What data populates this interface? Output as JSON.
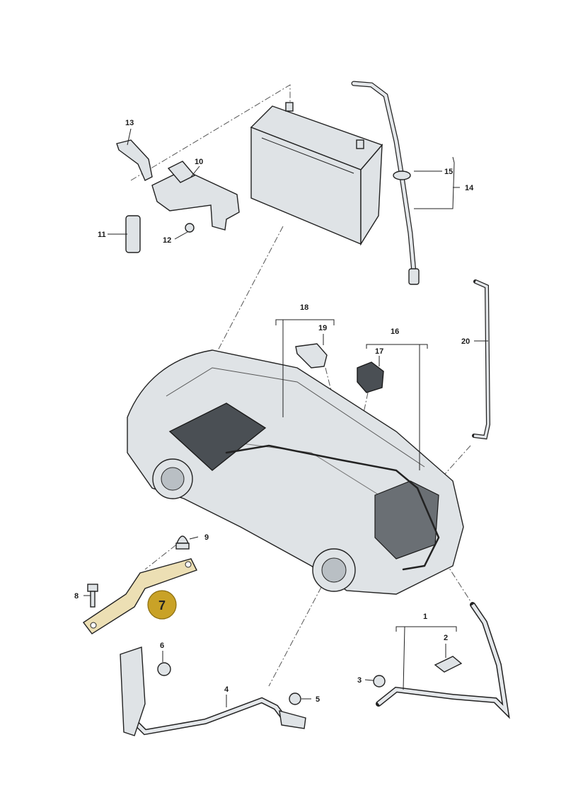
{
  "parts": [
    {
      "number": "1"
    },
    {
      "number": "2"
    },
    {
      "number": "3"
    },
    {
      "number": "4"
    },
    {
      "number": "5"
    },
    {
      "number": "6"
    },
    {
      "number": "7"
    },
    {
      "number": "8"
    },
    {
      "number": "9"
    },
    {
      "number": "10"
    },
    {
      "number": "11"
    },
    {
      "number": "12"
    },
    {
      "number": "13"
    },
    {
      "number": "14"
    },
    {
      "number": "15"
    },
    {
      "number": "16"
    },
    {
      "number": "17"
    },
    {
      "number": "18"
    },
    {
      "number": "19"
    },
    {
      "number": "20"
    }
  ],
  "highlight": {
    "part": "7",
    "color": "#c9a227",
    "text_color": "#222222"
  },
  "colors": {
    "line": "#222222",
    "part_fill": "#dfe3e6",
    "dark_part": "#4a4f54"
  }
}
